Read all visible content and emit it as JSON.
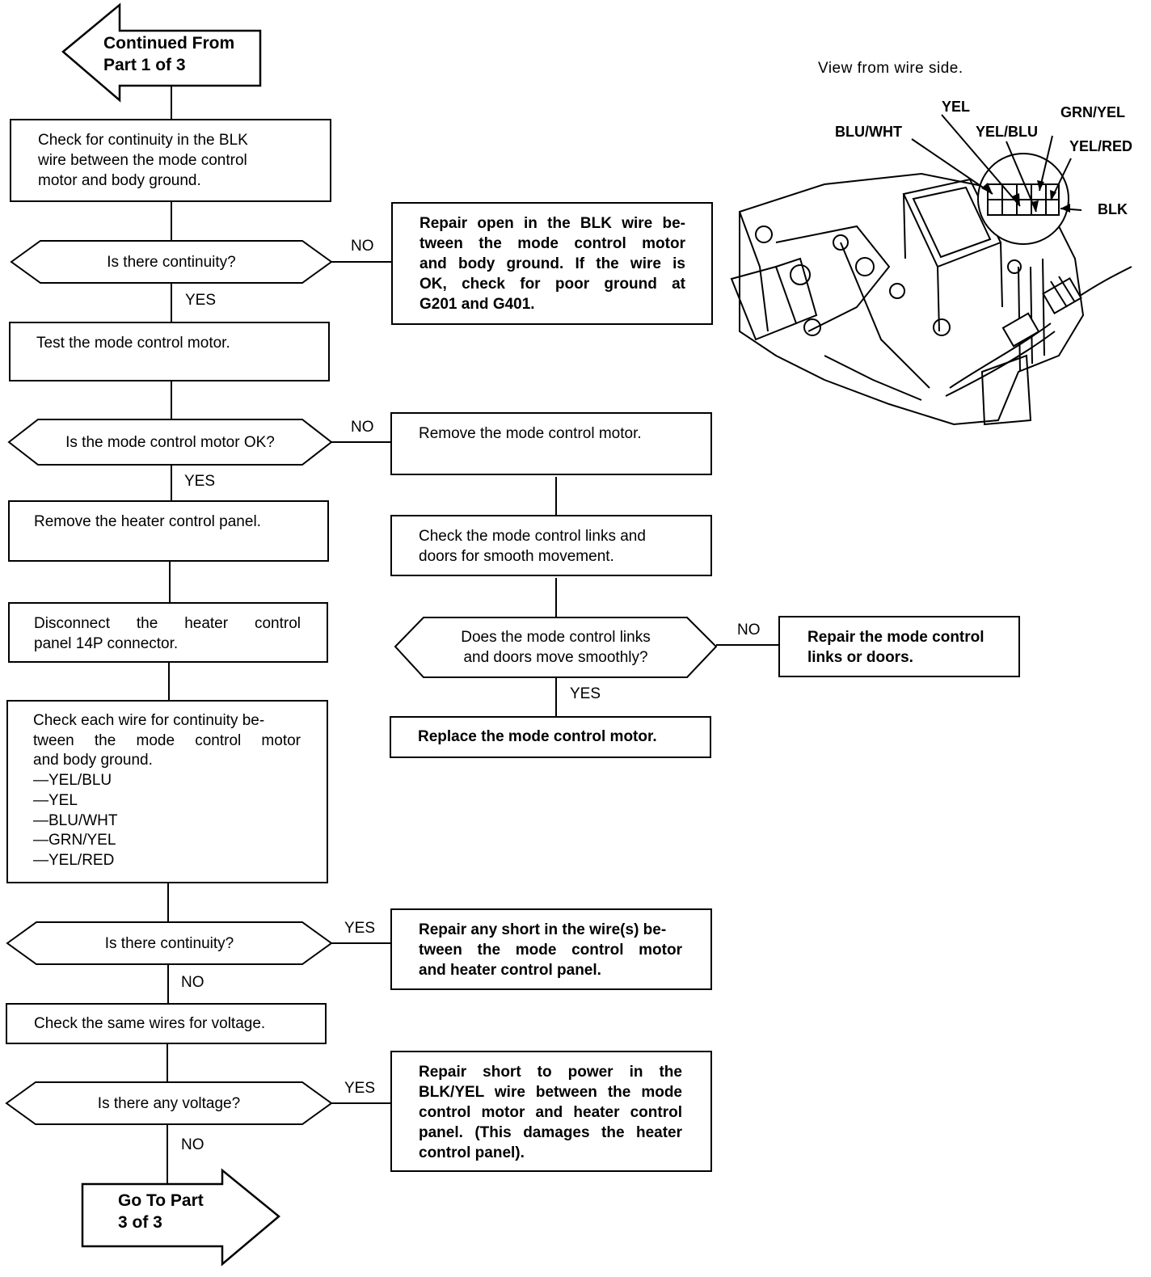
{
  "start": {
    "line1": "Continued From",
    "line2": "Part 1 of 3"
  },
  "end": {
    "line1": "Go To Part",
    "line2": "3 of 3"
  },
  "steps": {
    "check_blk": {
      "lines": [
        "Check for continuity in the BLK",
        "wire between the mode control",
        "motor and body ground."
      ]
    },
    "test_motor": {
      "text": "Test the mode control motor."
    },
    "remove_panel": {
      "text": "Remove the heater control panel."
    },
    "disconnect": {
      "lines": [
        "Disconnect the heater control",
        "panel 14P connector."
      ]
    },
    "check_each": {
      "lines": [
        "Check each wire for continuity be-",
        "tween the mode control motor",
        "and body ground.",
        "—YEL/BLU",
        "—YEL",
        "—BLU/WHT",
        "—GRN/YEL",
        "—YEL/RED"
      ]
    },
    "check_voltage": {
      "text": "Check the same wires for voltage."
    },
    "remove_motor": {
      "text": "Remove the mode control motor."
    },
    "check_links": {
      "lines": [
        "Check the mode control links and",
        "doors for smooth movement."
      ]
    },
    "repair_blk": {
      "lines": [
        "Repair open in the BLK wire be-",
        "tween the mode control motor",
        "and body ground. If the wire is",
        "OK, check for poor ground at",
        "G201 and G401."
      ]
    },
    "replace_motor": {
      "text": "Replace the mode control motor."
    },
    "repair_links": {
      "lines": [
        "Repair the mode control",
        "links or doors."
      ]
    },
    "repair_short": {
      "lines": [
        "Repair any short in the wire(s) be-",
        "tween the mode control motor",
        "and heater control panel."
      ]
    },
    "repair_power": {
      "lines": [
        "Repair short to power in the",
        "BLK/YEL wire between the mode",
        "control motor and heater control",
        "panel. (This damages the heater",
        "control panel)."
      ]
    }
  },
  "decisions": {
    "d1": {
      "text": "Is there continuity?",
      "right": "NO",
      "down": "YES"
    },
    "d2": {
      "text": "Is the mode control motor OK?",
      "right": "NO",
      "down": "YES"
    },
    "d3": {
      "text": "Does the mode control links\nand doors move smoothly?",
      "right": "NO",
      "down": "YES"
    },
    "d4": {
      "text": "Is there continuity?",
      "right": "YES",
      "down": "NO"
    },
    "d5": {
      "text": "Is there any voltage?",
      "right": "YES",
      "down": "NO"
    }
  },
  "figure": {
    "title": "View from wire side.",
    "wires": [
      "YEL",
      "GRN/YEL",
      "BLU/WHT",
      "YEL/BLU",
      "YEL/RED",
      "BLK"
    ]
  }
}
